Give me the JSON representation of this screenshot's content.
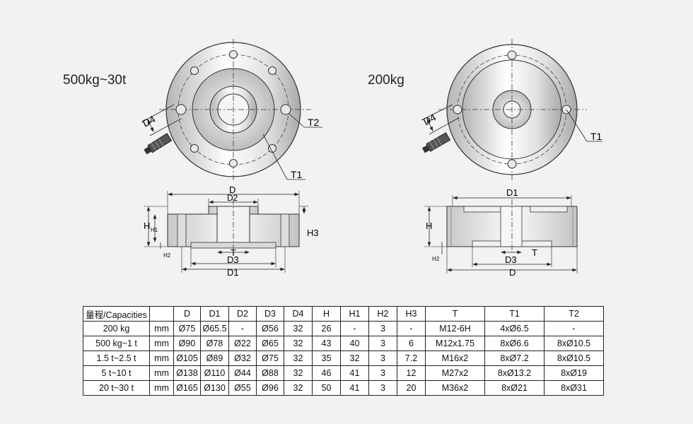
{
  "figure": {
    "left_caption": "500kg~30t",
    "right_caption": "200kg",
    "left_top_labels": {
      "d4": "D4",
      "t2": "T2",
      "t1": "T1"
    },
    "left_side_labels": {
      "d": "D",
      "d2": "D2",
      "h": "H",
      "h1": "H1",
      "h2": "H2",
      "h3": "H3",
      "t": "T",
      "d3": "D3",
      "d1": "D1"
    },
    "right_top_labels": {
      "d4": "D4",
      "t1": "T1"
    },
    "right_side_labels": {
      "d1": "D1",
      "h": "H",
      "h2": "H2",
      "t": "T",
      "d3": "D3",
      "d": "D"
    }
  },
  "table": {
    "headers": [
      "量程/Capacities",
      "",
      "D",
      "D1",
      "D2",
      "D3",
      "D4",
      "H",
      "H1",
      "H2",
      "H3",
      "T",
      "T1",
      "T2"
    ],
    "rows": [
      [
        "200 kg",
        "mm",
        "Ø75",
        "Ø65.5",
        "-",
        "Ø56",
        "32",
        "26",
        "-",
        "3",
        "-",
        "M12-6H",
        "4xØ6.5",
        "-"
      ],
      [
        "500 kg~1 t",
        "mm",
        "Ø90",
        "Ø78",
        "Ø22",
        "Ø65",
        "32",
        "43",
        "40",
        "3",
        "6",
        "M12x1.75",
        "8xØ6.6",
        "8xØ10.5"
      ],
      [
        "1.5 t~2.5 t",
        "mm",
        "Ø105",
        "Ø89",
        "Ø32",
        "Ø75",
        "32",
        "35",
        "32",
        "3",
        "7.2",
        "M16x2",
        "8xØ7.2",
        "8xØ10.5"
      ],
      [
        "5 t~10 t",
        "mm",
        "Ø138",
        "Ø110",
        "Ø44",
        "Ø88",
        "32",
        "46",
        "41",
        "3",
        "12",
        "M27x2",
        "8xØ13.2",
        "8xØ19"
      ],
      [
        "20 t~30 t",
        "mm",
        "Ø165",
        "Ø130",
        "Ø55",
        "Ø96",
        "32",
        "50",
        "41",
        "3",
        "20",
        "M36x2",
        "8xØ21",
        "8xØ31"
      ]
    ]
  }
}
